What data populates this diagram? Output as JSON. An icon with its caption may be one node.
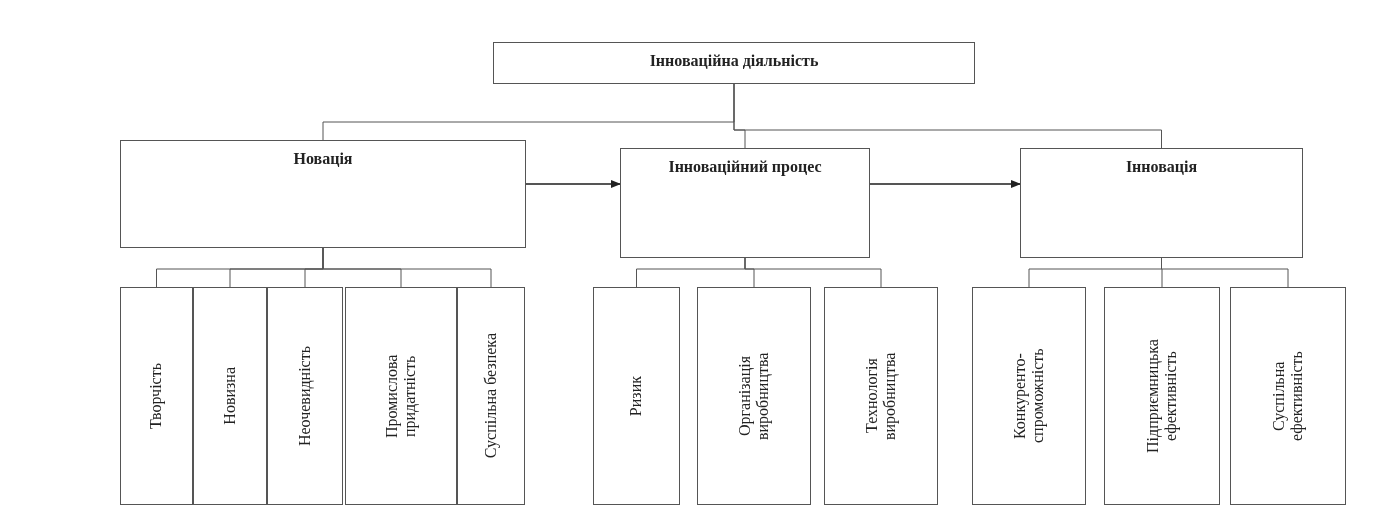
{
  "diagram": {
    "nodes": [
      {
        "text": [
          "Інноваційна діяльність"
        ]
      },
      {
        "text": [
          "Новація"
        ]
      },
      {
        "text": [
          "Інноваційний процес"
        ]
      },
      {
        "text": [
          "Інновація"
        ]
      },
      {
        "text": [
          "Творчість"
        ]
      },
      {
        "text": [
          "Новизна"
        ]
      },
      {
        "text": [
          "Неочевидність"
        ]
      },
      {
        "text": [
          "Промислова придатність"
        ]
      },
      {
        "text": [
          "Суспільна безпека"
        ]
      },
      {
        "text": [
          "Ризик"
        ]
      },
      {
        "text": [
          "Організація виробництва"
        ]
      },
      {
        "text": [
          "Технологія виробництва"
        ]
      },
      {
        "text": [
          "Конкуренто-спроможність"
        ]
      },
      {
        "text": [
          "Підприємницька ефективність"
        ]
      },
      {
        "text": [
          "Суспільна ефективність"
        ]
      }
    ],
    "edges": [
      {
        "from": 0,
        "to": 1,
        "arrow": "none"
      },
      {
        "from": 0,
        "to": 2,
        "arrow": "none"
      },
      {
        "from": 0,
        "to": 3,
        "arrow": "none"
      },
      {
        "from": 1,
        "to": 2,
        "arrow": "to"
      },
      {
        "from": 2,
        "to": 3,
        "arrow": "to"
      },
      {
        "from": 1,
        "to": 4,
        "arrow": "none"
      },
      {
        "from": 1,
        "to": 5,
        "arrow": "none"
      },
      {
        "from": 1,
        "to": 6,
        "arrow": "none"
      },
      {
        "from": 1,
        "to": 7,
        "arrow": "none"
      },
      {
        "from": 1,
        "to": 8,
        "arrow": "none"
      },
      {
        "from": 2,
        "to": 9,
        "arrow": "none"
      },
      {
        "from": 2,
        "to": 10,
        "arrow": "none"
      },
      {
        "from": 2,
        "to": 11,
        "arrow": "none"
      },
      {
        "from": 3,
        "to": 12,
        "arrow": "none"
      },
      {
        "from": 3,
        "to": 13,
        "arrow": "none"
      },
      {
        "from": 3,
        "to": 14,
        "arrow": "none"
      }
    ]
  }
}
